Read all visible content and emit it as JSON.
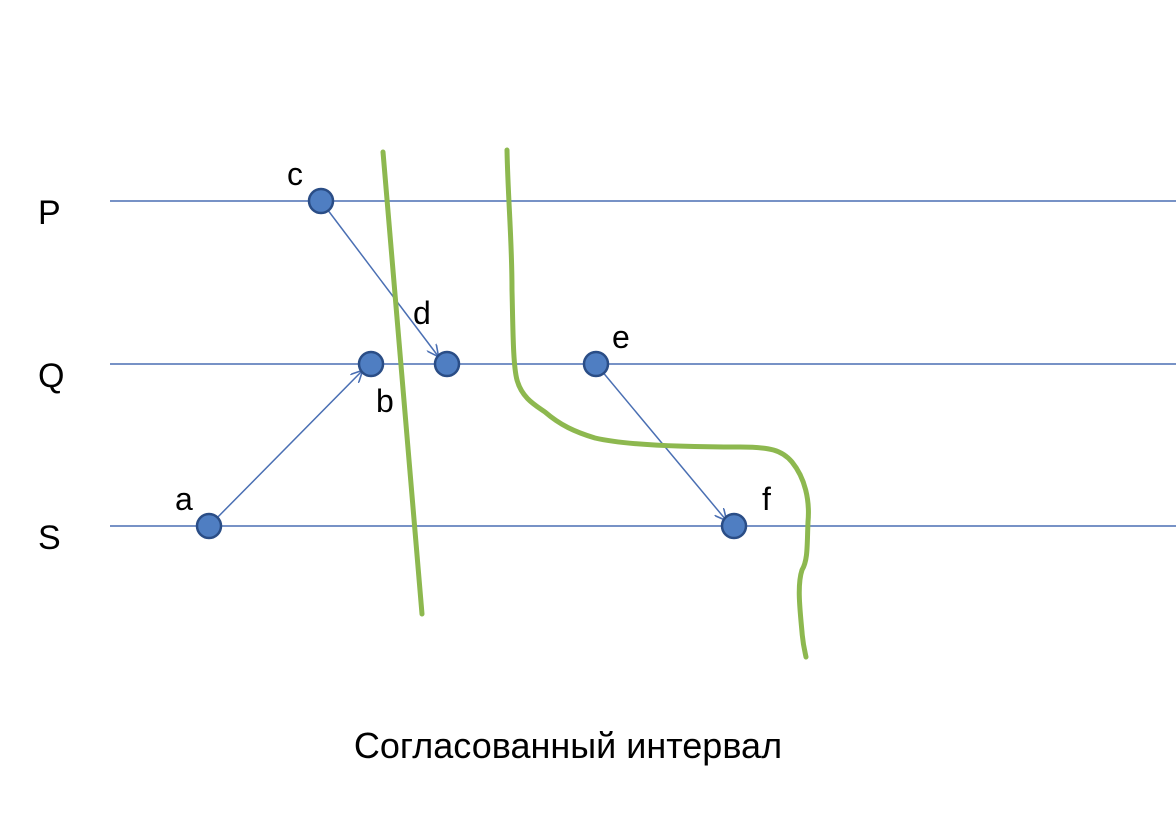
{
  "processes": [
    {
      "id": "P",
      "label": "P"
    },
    {
      "id": "Q",
      "label": "Q"
    },
    {
      "id": "S",
      "label": "S"
    }
  ],
  "events": [
    {
      "id": "a",
      "label": "a",
      "process": "S"
    },
    {
      "id": "b",
      "label": "b",
      "process": "Q"
    },
    {
      "id": "c",
      "label": "c",
      "process": "P"
    },
    {
      "id": "d",
      "label": "d",
      "process": "Q"
    },
    {
      "id": "e",
      "label": "e",
      "process": "Q"
    },
    {
      "id": "f",
      "label": "f",
      "process": "S"
    }
  ],
  "messages": [
    {
      "from": "a",
      "to": "b"
    },
    {
      "from": "c",
      "to": "d"
    },
    {
      "from": "e",
      "to": "f"
    }
  ],
  "cuts": [
    {
      "id": "cut-1",
      "shape": "straight"
    },
    {
      "id": "cut-2",
      "shape": "curved"
    }
  ],
  "caption": "Согласованный интервал",
  "colors": {
    "timeline": "#4a6fb3",
    "event_fill": "#4f7ec2",
    "event_stroke": "#2a4d86",
    "message": "#4a6fb3",
    "cut": "#8db84f"
  }
}
